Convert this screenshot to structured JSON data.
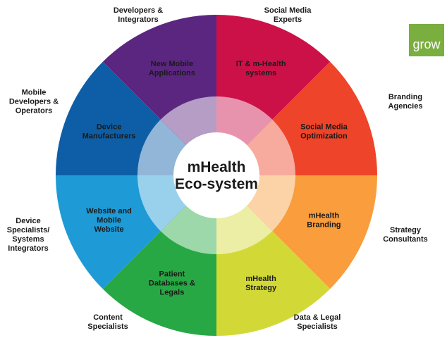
{
  "center": {
    "line1": "mHealth",
    "line2": "Eco-system"
  },
  "logo": {
    "text": "grow",
    "color": "#7aae3f"
  },
  "segments": [
    {
      "name": "it-mhealth-systems",
      "label": [
        "IT & m-Health",
        "systems"
      ],
      "color": "#cc1149",
      "stakeholder": "Developers &\nIntegrators"
    },
    {
      "name": "social-media-optimization",
      "label": [
        "Social Media",
        "Optimization"
      ],
      "color": "#ee4429",
      "stakeholder": "Social Media\nExperts"
    },
    {
      "name": "mhealth-branding",
      "label": [
        "mHealth",
        "Branding"
      ],
      "color": "#f99d3d",
      "stakeholder": "Branding\nAgencies"
    },
    {
      "name": "mhealth-strategy",
      "label": [
        "mHealth",
        "Strategy"
      ],
      "color": "#d2d936",
      "stakeholder": "Strategy\nConsultants"
    },
    {
      "name": "patient-databases-legals",
      "label": [
        "Patient",
        "Databases &",
        "Legals"
      ],
      "color": "#27a844",
      "stakeholder": "Data & Legal\nSpecialists"
    },
    {
      "name": "website-mobile-website",
      "label": [
        "Website and",
        "Mobile",
        "Website"
      ],
      "color": "#1e9ad6",
      "stakeholder": "Content\nSpecialists"
    },
    {
      "name": "device-manufacturers",
      "label": [
        "Device",
        "Manufacturers"
      ],
      "color": "#0d5ea6",
      "stakeholder": "Device\nSpecialists/\nSystems\nIntegrators"
    },
    {
      "name": "new-mobile-applications",
      "label": [
        "New Mobile",
        "Applications"
      ],
      "color": "#5b2680",
      "stakeholder": "Mobile\nDevelopers &\nOperators"
    }
  ]
}
